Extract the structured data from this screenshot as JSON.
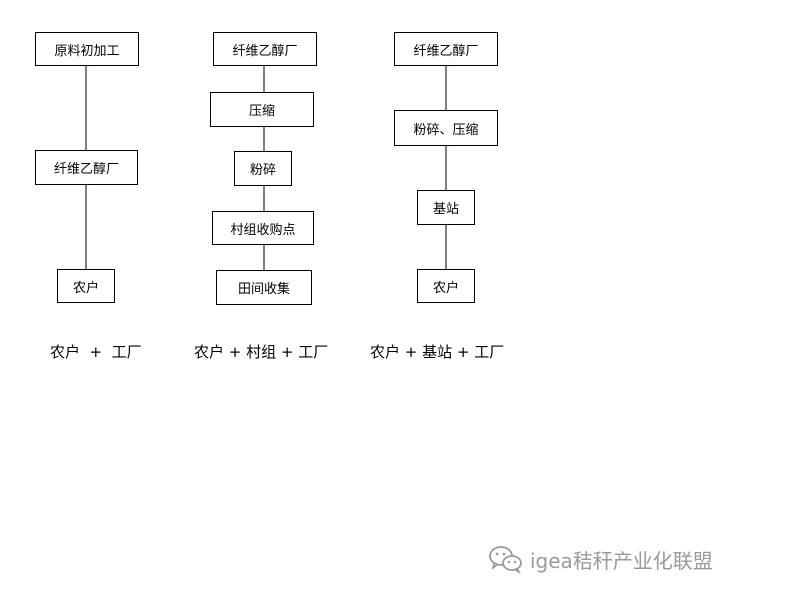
{
  "columns": [
    {
      "boxes": [
        "原料初加工",
        "纤维乙醇厂",
        "农户"
      ],
      "caption": "农户  +  工厂"
    },
    {
      "boxes": [
        "纤维乙醇厂",
        "压缩",
        "粉碎",
        "村组收购点",
        "田间收集"
      ],
      "caption": "农户 + 村组 + 工厂"
    },
    {
      "boxes": [
        "纤维乙醇厂",
        "粉碎、压缩",
        "基站",
        "农户"
      ],
      "caption": "农户 + 基站 + 工厂"
    }
  ],
  "watermark": {
    "text": "igea秸秆产业化联盟",
    "icon": "wechat-icon"
  }
}
